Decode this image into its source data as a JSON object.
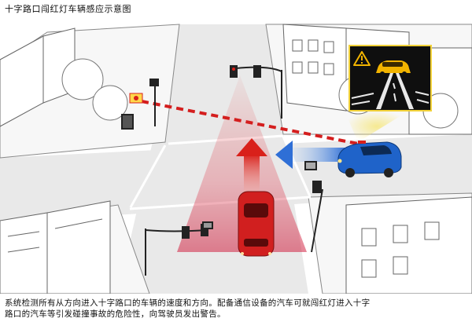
{
  "title": "十字路口闯红灯车辆感应示意图",
  "caption": {
    "line1": "系统检测所有从方向进入十字路口的车辆的速度和方向。配备通信设备的汽车可就闯红灯进入十字",
    "line2": "路口的汽车等引发碰撞事故的危险性，向驾驶员发出警告。"
  },
  "colors": {
    "warning_red": "#d9201a",
    "approach_blue": "#2f6fd6",
    "car_red": "#d11f1f",
    "car_blue": "#1f63c9",
    "dash_line": "#d41e1e",
    "road": "#e9e9e9",
    "sidewalk": "#f7f7f7"
  },
  "icons": {
    "warning": "warning-triangle-icon",
    "dashboard_car": "car-icon"
  }
}
